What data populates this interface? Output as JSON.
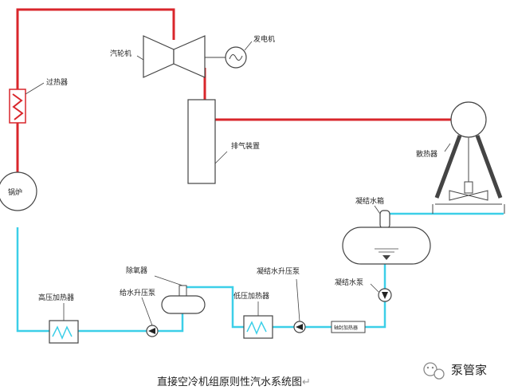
{
  "colors": {
    "steam": "#d9262b",
    "water": "#3ccfe8",
    "equipment_stroke": "#444444",
    "background": "#ffffff"
  },
  "labels": {
    "turbine": "汽轮机",
    "generator": "发电机",
    "superheater": "过热器",
    "exhaust_device": "排气装置",
    "radiator": "散热器",
    "boiler": "锅炉",
    "condensate_tank": "凝结水箱",
    "condensate_pump": "凝结水泵",
    "condensate_booster_pump": "凝结水升压泵",
    "deaerator": "除氧器",
    "feed_water_pump": "给水升压泵",
    "hp_heater": "高压加热器",
    "lp_heater": "低压加热器",
    "shaft_seal_heater": "轴封加热器"
  },
  "caption": "直接空冷机组原则性汽水系统图",
  "caption_mark": "↵",
  "watermark": {
    "icon": "wechat-icon",
    "text": "泵管家"
  }
}
